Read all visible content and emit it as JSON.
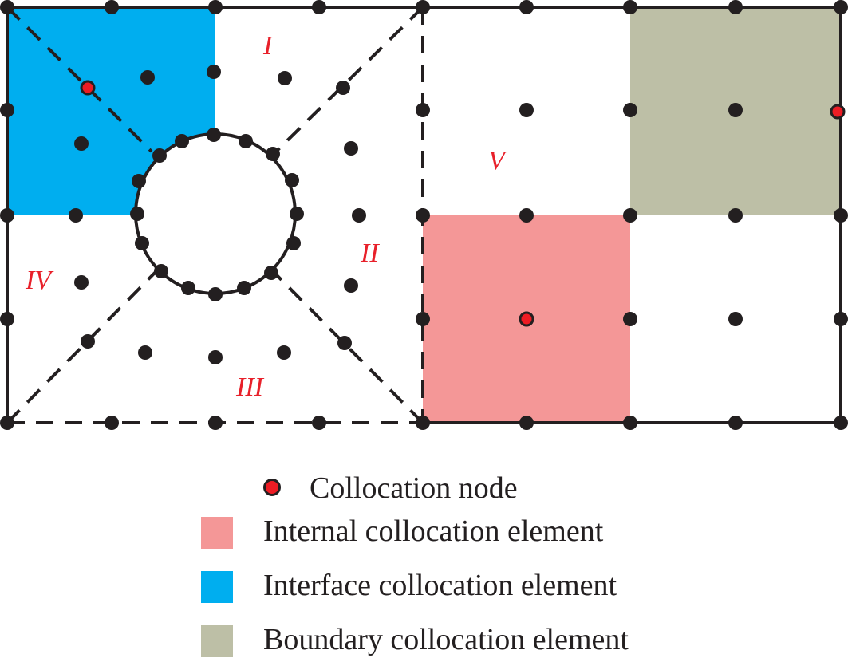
{
  "regions": {
    "I": "I",
    "II": "II",
    "III": "III",
    "IV": "IV",
    "V": "V"
  },
  "legend": {
    "collocation_node": "Collocation node",
    "internal_element": "Internal collocation element",
    "interface_element": "Interface collocation element",
    "boundary_element": "Boundary collocation element"
  },
  "colors": {
    "internal": "#f49797",
    "interface": "#00aeef",
    "boundary": "#bdbfa6",
    "collocation": "#ed1c24",
    "node": "#231f20",
    "label": "#e8202a"
  }
}
